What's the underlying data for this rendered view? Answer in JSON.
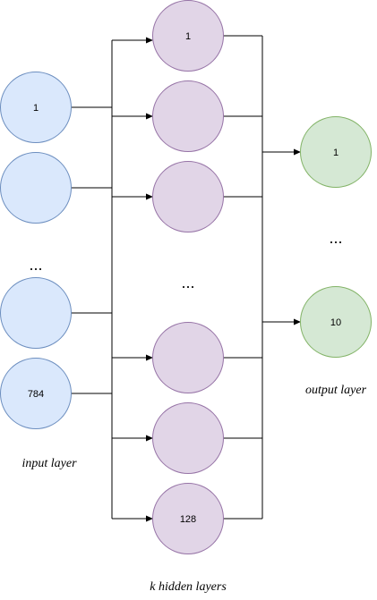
{
  "colors": {
    "input_fill": "#dae8fc",
    "input_stroke": "#6c8ebf",
    "hidden_fill": "#e1d5e7",
    "hidden_stroke": "#9673a6",
    "output_fill": "#d5e8d4",
    "output_stroke": "#82b366",
    "wire": "#000000"
  },
  "input_layer": {
    "label": "input layer",
    "nodes": [
      "1",
      "",
      "",
      "784"
    ],
    "ellipsis": "..."
  },
  "hidden_layers": {
    "label": "k hidden layers",
    "nodes": [
      "1",
      "",
      "",
      "",
      "",
      "128"
    ],
    "ellipsis": "..."
  },
  "output_layer": {
    "label": "output layer",
    "nodes": [
      "1",
      "10"
    ],
    "ellipsis": "..."
  }
}
